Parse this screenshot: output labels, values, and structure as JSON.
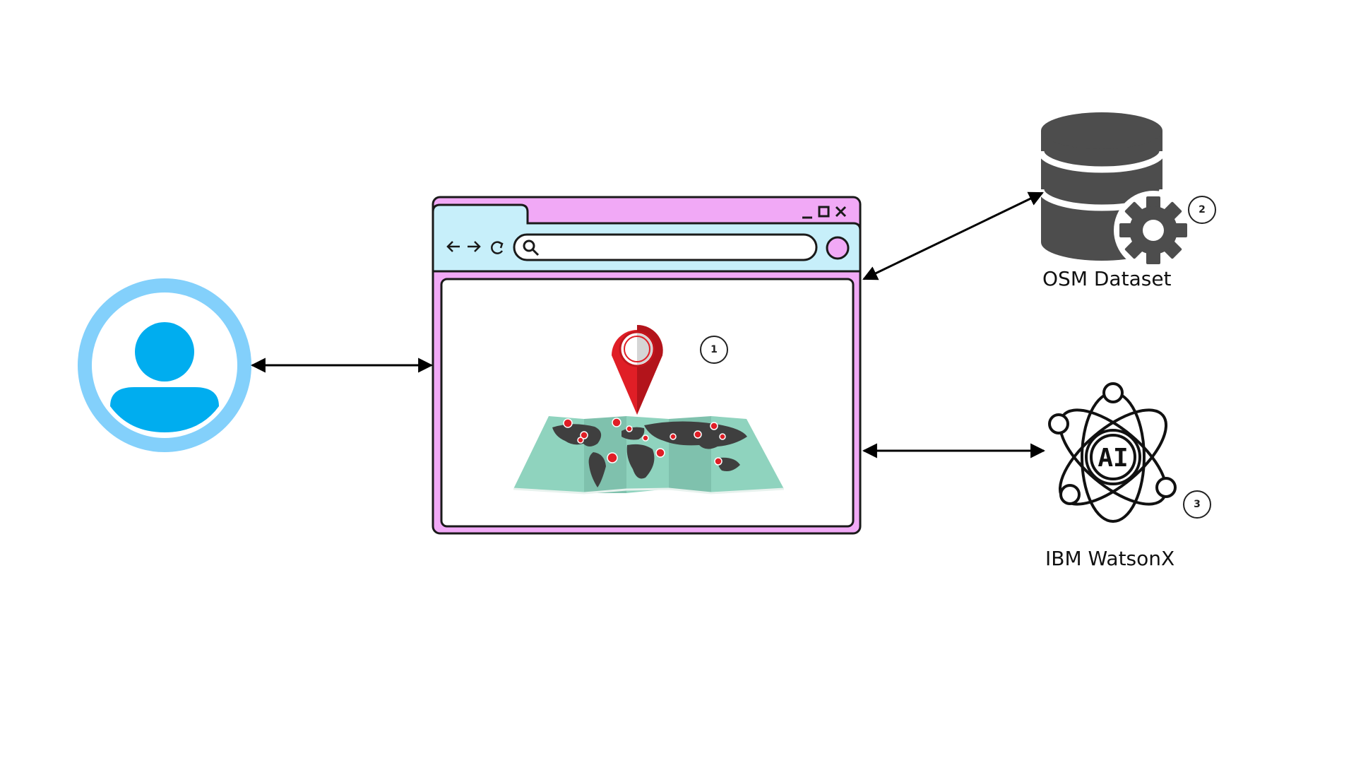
{
  "nodes": {
    "user": {
      "icon": "user-avatar-icon"
    },
    "browser": {
      "icon": "browser-window-icon",
      "step": "1"
    },
    "osm": {
      "label": "OSM Dataset",
      "icon": "database-gear-icon",
      "step": "2"
    },
    "watsonx": {
      "label": "IBM WatsonX",
      "icon": "ai-atom-icon",
      "ai_text": "AI",
      "step": "3"
    }
  },
  "connections": [
    {
      "from": "user",
      "to": "browser",
      "direction": "bidirectional"
    },
    {
      "from": "browser",
      "to": "osm",
      "direction": "bidirectional"
    },
    {
      "from": "browser",
      "to": "watsonx",
      "direction": "bidirectional"
    }
  ],
  "colors": {
    "browser_frame": "#f1a9f6",
    "browser_toolbar": "#c7effa",
    "user_ring": "#83d0fb",
    "user_figure": "#00adef",
    "pin_red": "#e01e26",
    "map_green": "#8fd3be",
    "database_gray": "#4d4d4d",
    "arrow": "#000000"
  }
}
